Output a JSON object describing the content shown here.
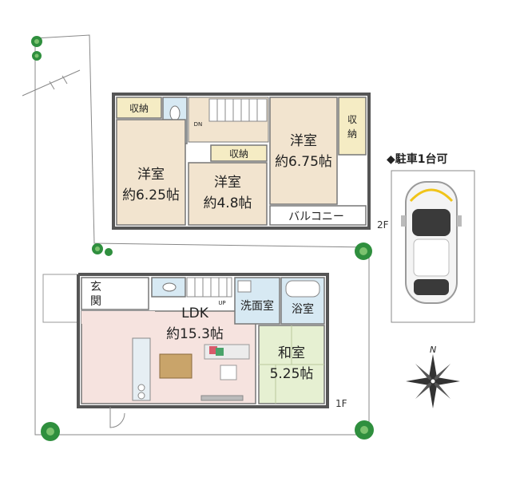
{
  "floor_2f": {
    "label": "2F",
    "rooms": {
      "storage_top_left": "収納",
      "western_left_name": "洋室",
      "western_left_size": "約6.25帖",
      "storage_mid": "収納",
      "western_mid_name": "洋室",
      "western_mid_size": "約4.8帖",
      "western_right_name": "洋室",
      "western_right_size": "約6.75帖",
      "storage_right_1": "収",
      "storage_right_2": "納",
      "balcony": "バルコニー",
      "stair_dn": "DN"
    }
  },
  "floor_1f": {
    "label": "1F",
    "rooms": {
      "entrance_1": "玄",
      "entrance_2": "関",
      "ldk_name": "LDK",
      "ldk_size": "約15.3帖",
      "stair_up": "UP",
      "washroom": "洗面室",
      "bathroom": "浴室",
      "japanese_name": "和室",
      "japanese_size": "5.25帖"
    }
  },
  "parking": {
    "title": "◆駐車1台可"
  },
  "compass": {
    "north": "N"
  },
  "colors": {
    "wall": "#555555",
    "western_floor": "#f2e4cf",
    "storage": "#f5ecc4",
    "ldk_floor": "#f6e3df",
    "tatami": "#e6f0d2",
    "wet_area": "#d7e9f3",
    "tree": "#2f8f3e",
    "car_accent": "#f0c419"
  }
}
